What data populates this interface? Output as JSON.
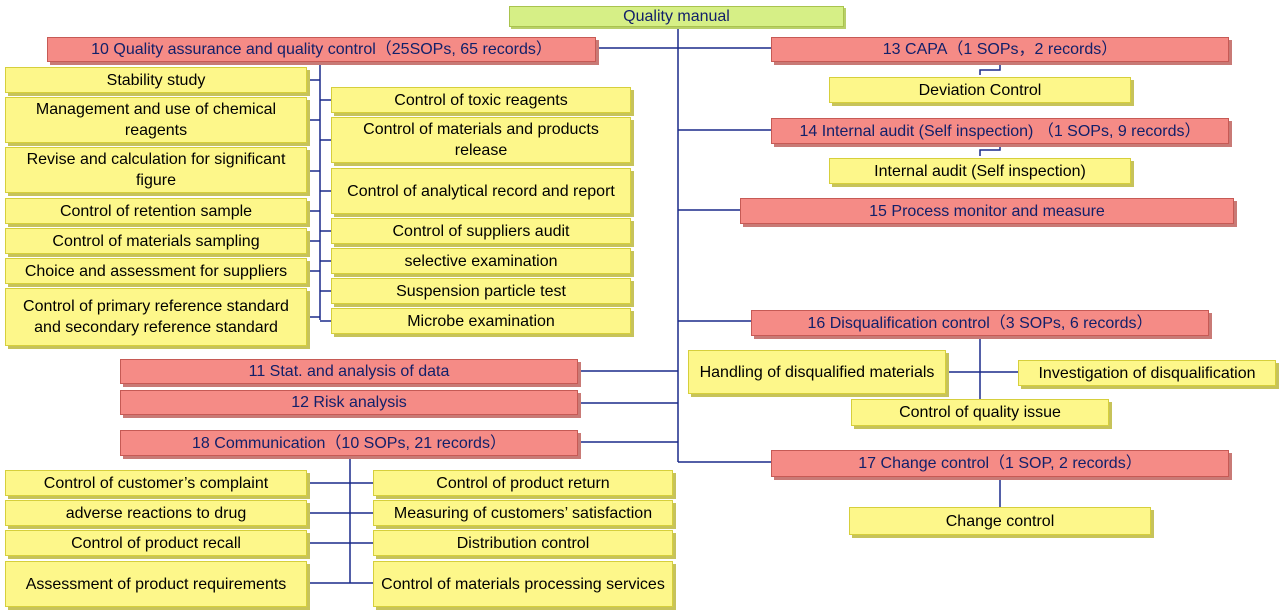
{
  "root": "Quality manual",
  "sec10": {
    "title": "10 Quality assurance and quality control（25SOPs, 65 records）",
    "left": [
      "Stability study",
      "Management and use of chemical reagents",
      "Revise and calculation for significant figure",
      "Control of retention sample",
      "Control of materials sampling",
      "Choice and assessment for suppliers",
      "Control of primary reference standard and secondary reference standard"
    ],
    "right": [
      "Control of toxic reagents",
      "Control of materials and products release",
      "Control of analytical record and report",
      "Control of suppliers audit",
      "selective examination",
      "Suspension particle test",
      "Microbe examination"
    ]
  },
  "sec11": "11  Stat. and analysis of data",
  "sec12": "12   Risk analysis",
  "sec18": {
    "title": "18 Communication（10 SOPs, 21 records）",
    "left": [
      "Control of customer’s complaint",
      "adverse reactions to drug",
      "Control of product recall",
      "Assessment of product requirements"
    ],
    "right": [
      "Control of product return",
      "Measuring of customers’ satisfaction",
      "Distribution control",
      "Control of materials processing services"
    ]
  },
  "sec13": {
    "title": "13 CAPA（1 SOPs，2 records）",
    "child": "Deviation Control"
  },
  "sec14": {
    "title": "14 Internal audit (Self inspection) （1 SOPs, 9 records）",
    "child": "Internal audit (Self inspection)"
  },
  "sec15": "15 Process monitor and measure",
  "sec16": {
    "title": "16  Disqualification control（3 SOPs, 6 records）",
    "children": [
      "Handling of disqualified materials",
      "Investigation of disqualification",
      "Control of quality issue"
    ]
  },
  "sec17": {
    "title": "17  Change control（1 SOP, 2 records）",
    "child": "Change control"
  }
}
